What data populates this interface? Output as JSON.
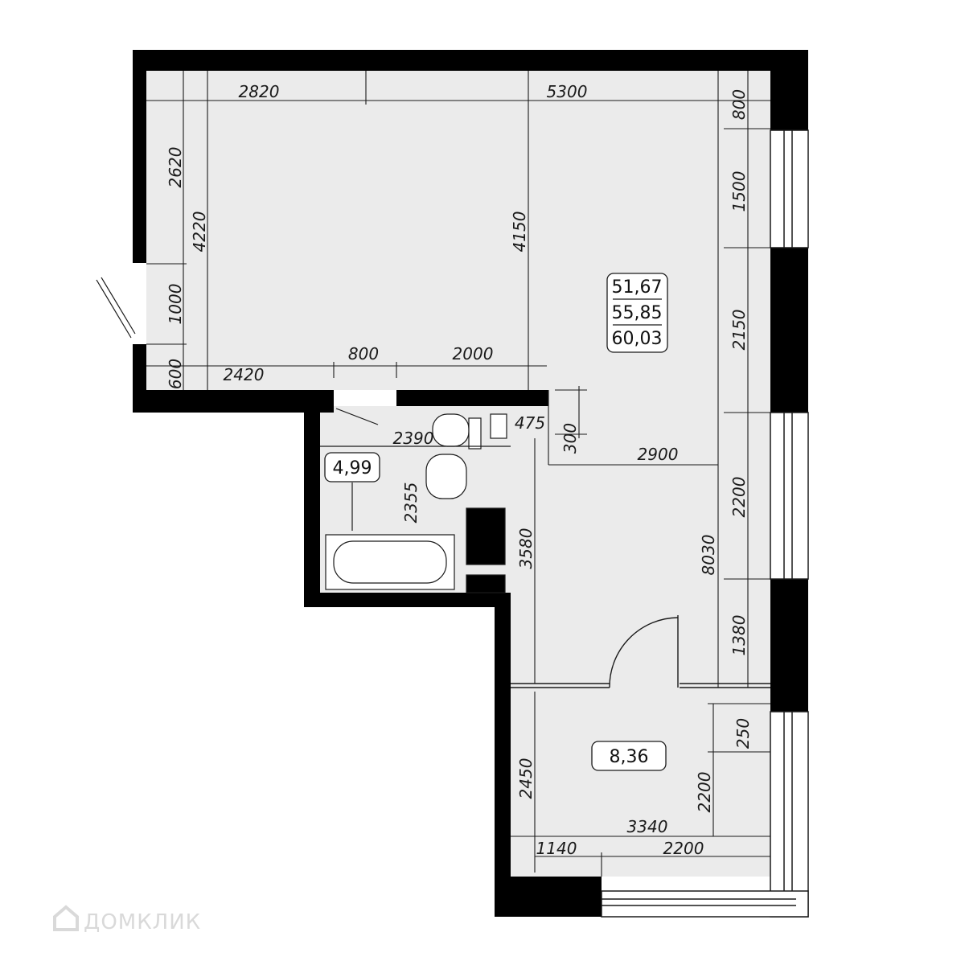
{
  "plan": {
    "areas": {
      "living": "51,67",
      "total": "55,85",
      "total_with_loggia": "60,03",
      "bathroom": "4,99",
      "loggia": "8,36"
    },
    "dimensions": {
      "top_left": "2820",
      "top_right": "5300",
      "left_upper": "2620",
      "left_full": "4220",
      "door_height": "1000",
      "left_bottom": "600",
      "bottom_left": "2420",
      "entry_door": "800",
      "corridor": "2000",
      "room_height": "4150",
      "right_top": "800",
      "window_1": "1500",
      "right_mid": "2150",
      "bath_width": "2390",
      "bath_depth": "2355",
      "niche": "475",
      "step": "300",
      "kitchen_width": "2900",
      "window_2": "2200",
      "full_height": "8030",
      "kitchen_depth": "3580",
      "right_low": "1380",
      "loggia_top": "250",
      "loggia_depth": "2450",
      "loggia_right": "2200",
      "loggia_width": "3340",
      "loggia_left": "1140",
      "loggia_window": "2200"
    }
  },
  "watermark": {
    "text": "ДОМКЛИК",
    "icon": "house-icon"
  },
  "colors": {
    "wall": "#000000",
    "floor": "#ebebeb",
    "line": "#1a1a1a"
  }
}
